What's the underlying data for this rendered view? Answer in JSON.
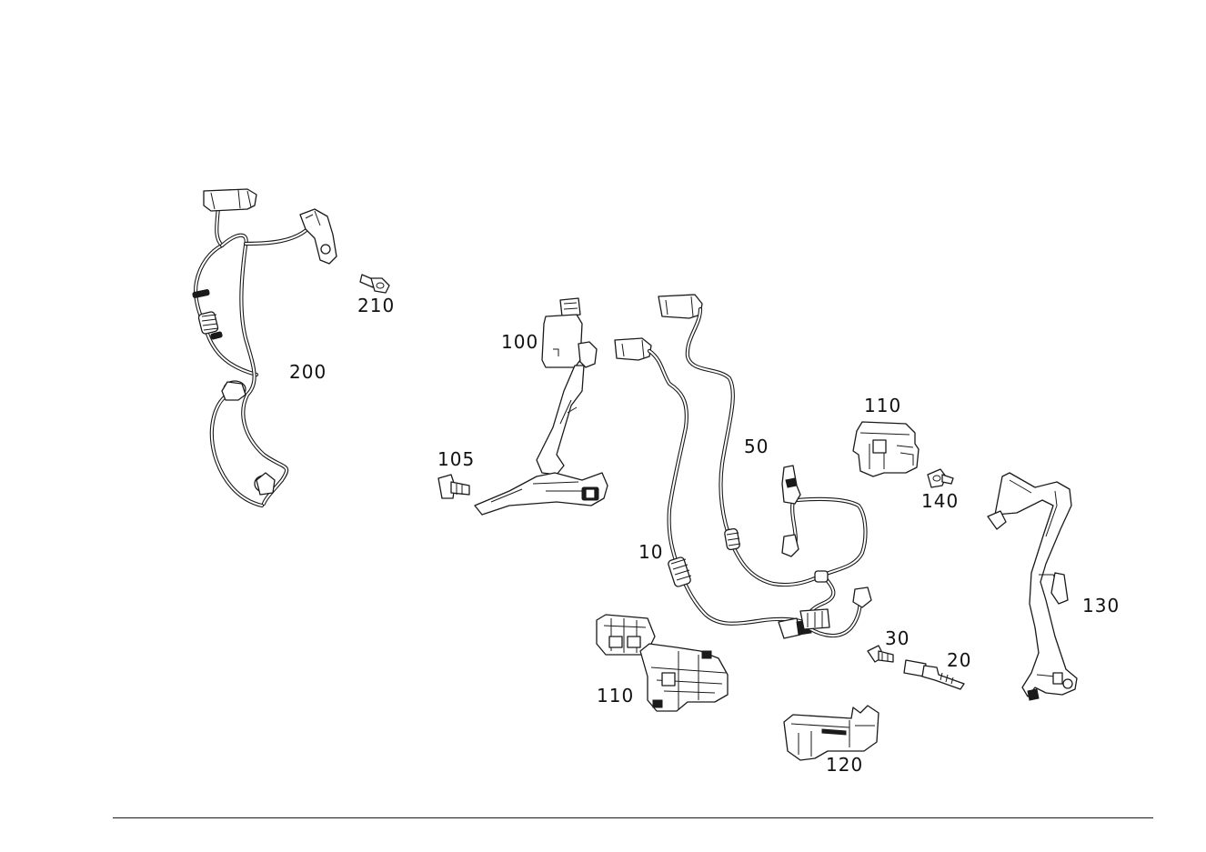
{
  "diagram": {
    "line_color": "#1a1a1a",
    "background": "#ffffff",
    "callouts": [
      {
        "id": "210",
        "text": "210"
      },
      {
        "id": "200",
        "text": "200"
      },
      {
        "id": "100",
        "text": "100"
      },
      {
        "id": "105",
        "text": "105"
      },
      {
        "id": "50",
        "text": "50"
      },
      {
        "id": "110a",
        "text": "110"
      },
      {
        "id": "140",
        "text": "140"
      },
      {
        "id": "10",
        "text": "10"
      },
      {
        "id": "130",
        "text": "130"
      },
      {
        "id": "30",
        "text": "30"
      },
      {
        "id": "20",
        "text": "20"
      },
      {
        "id": "110b",
        "text": "110"
      },
      {
        "id": "120",
        "text": "120"
      }
    ]
  }
}
